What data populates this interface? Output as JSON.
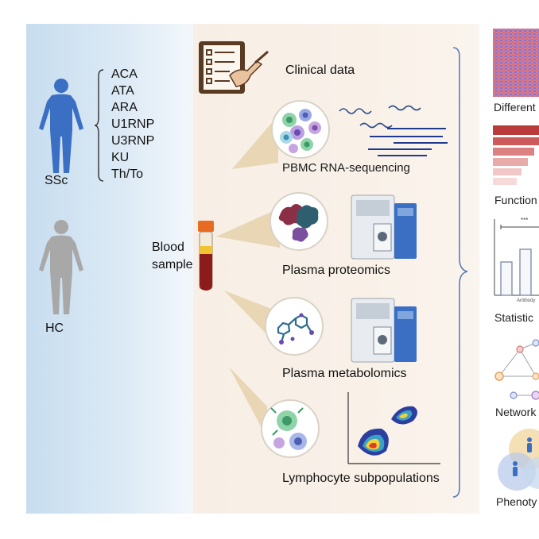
{
  "groups": {
    "ssc": "SSc",
    "hc": "HC"
  },
  "antibodies": [
    "ACA",
    "ATA",
    "ARA",
    "U1RNP",
    "U3RNP",
    "KU",
    "Th/To"
  ],
  "blood": {
    "line1": "Blood",
    "line2": "sample"
  },
  "omics": {
    "clinical": "Clinical data",
    "rnaseq": "PBMC RNA-sequencing",
    "proteomics": "Plasma proteomics",
    "metabolomics": "Plasma metabolomics",
    "lymphocytes": "Lymphocyte subpopulations"
  },
  "analyses": {
    "differential": "Different",
    "functional": "Function",
    "statistical": "Statistic",
    "network": "Network",
    "phenotype": "Phenoty",
    "bar_axis": "Antibody",
    "significance": "***"
  },
  "colors": {
    "human_ssc": "#3a6fc4",
    "human_hc": "#a8a8a8",
    "blood": "#8e1b1b",
    "bracket": "#5b7cb3"
  }
}
